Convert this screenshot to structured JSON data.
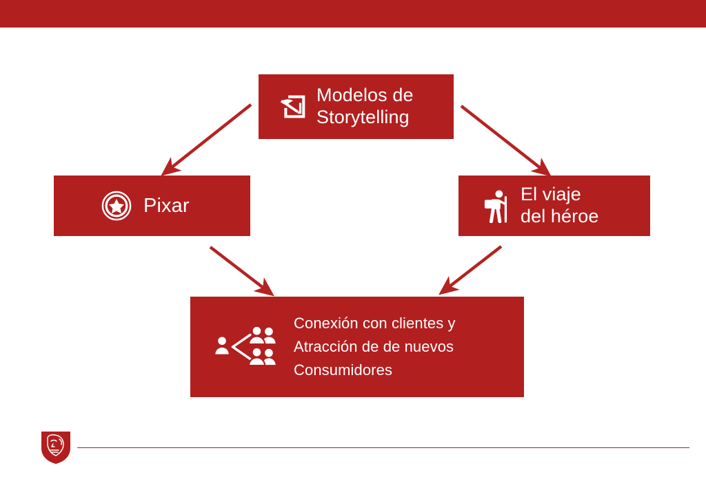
{
  "slide": {
    "title": "Modelos de Storytelling",
    "brand_color": "#b21f1f",
    "rule_color": "#a52423",
    "background_color": "#ffffff",
    "text_color": "#ffffff"
  },
  "header": {
    "bar_color": "#b21f1f"
  },
  "diagram": {
    "type": "flowchart",
    "nodes": [
      {
        "id": "storytelling",
        "label": "Modelos de\nStorytelling",
        "icon": "quill-document-icon",
        "level": 1
      },
      {
        "id": "pixar",
        "label": "Pixar",
        "icon": "star-circle-icon",
        "level": 2
      },
      {
        "id": "heroe",
        "label": "El viaje\ndel héroe",
        "icon": "hiker-backpack-icon",
        "level": 2
      },
      {
        "id": "conexion",
        "label": "Conexión con clientes y\nAtracción de de nuevos\nConsumidores",
        "icon": "people-network-icon",
        "level": 3
      }
    ],
    "edges": [
      {
        "from": "storytelling",
        "to": "pixar"
      },
      {
        "from": "storytelling",
        "to": "heroe"
      },
      {
        "from": "pixar",
        "to": "conexion"
      },
      {
        "from": "heroe",
        "to": "conexion"
      }
    ]
  },
  "footer": {
    "logo": "shield-animal-head-logo"
  }
}
